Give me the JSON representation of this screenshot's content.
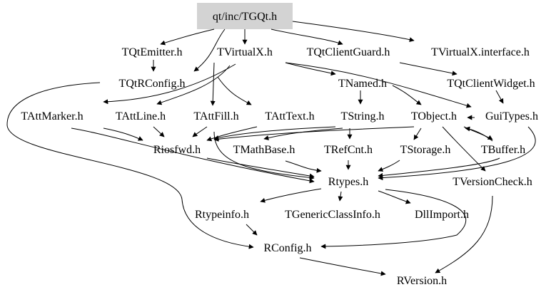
{
  "graph": {
    "root_fill": "#d3d3d3",
    "edge_color": "#000000",
    "nodes": {
      "tgqt": "qt/inc/TGQt.h",
      "tqtemitter": "TQtEmitter.h",
      "tvirtualx": "TVirtualX.h",
      "tqtclientguard": "TQtClientGuard.h",
      "tvirtualxinterface": "TVirtualX.interface.h",
      "tqtrconfig": "TQtRConfig.h",
      "tnamed": "TNamed.h",
      "tqtclientwidget": "TQtClientWidget.h",
      "tattmarker": "TAttMarker.h",
      "tattline": "TAttLine.h",
      "tattfill": "TAttFill.h",
      "tatttext": "TAttText.h",
      "tstring": "TString.h",
      "tobject": "TObject.h",
      "guitypes": "GuiTypes.h",
      "riosfwd": "Riosfwd.h",
      "tmathbase": "TMathBase.h",
      "trefcnt": "TRefCnt.h",
      "tstorage": "TStorage.h",
      "tbuffer": "TBuffer.h",
      "rtypes": "Rtypes.h",
      "tversioncheck": "TVersionCheck.h",
      "rtypeinfo": "Rtypeinfo.h",
      "tgenericclassinfo": "TGenericClassInfo.h",
      "dllimport": "DllImport.h",
      "rconfig": "RConfig.h",
      "rversion": "RVersion.h"
    }
  }
}
